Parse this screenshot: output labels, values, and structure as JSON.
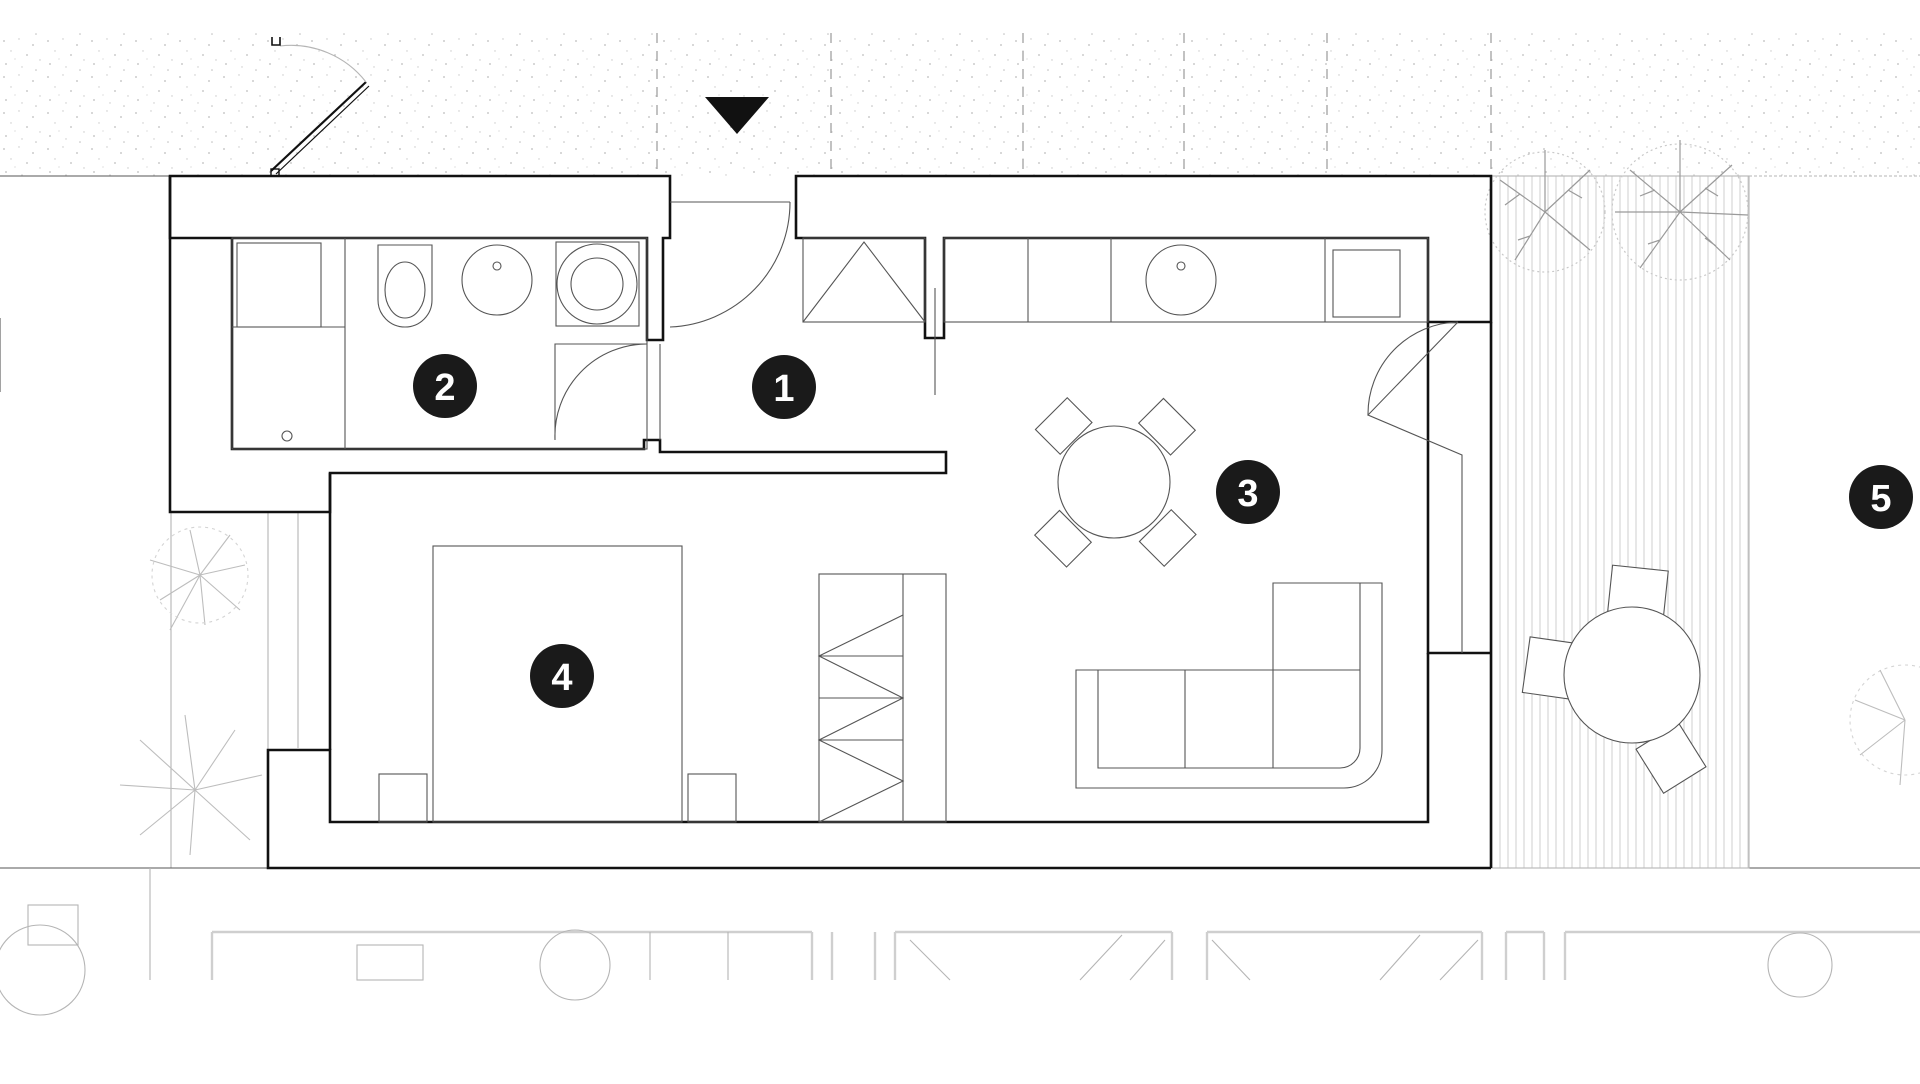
{
  "rooms": [
    {
      "number": "1"
    },
    {
      "number": "2"
    },
    {
      "number": "3"
    },
    {
      "number": "4"
    },
    {
      "number": "5"
    }
  ],
  "colors": {
    "wall": "#111111",
    "furniture": "#555555",
    "surroundings": "#b5b5b5",
    "badge": "#1a1a1a",
    "badge_text": "#ffffff"
  },
  "icons": [
    "entrance-arrow-icon",
    "gate-icon",
    "tree-icon",
    "plant-icon"
  ]
}
